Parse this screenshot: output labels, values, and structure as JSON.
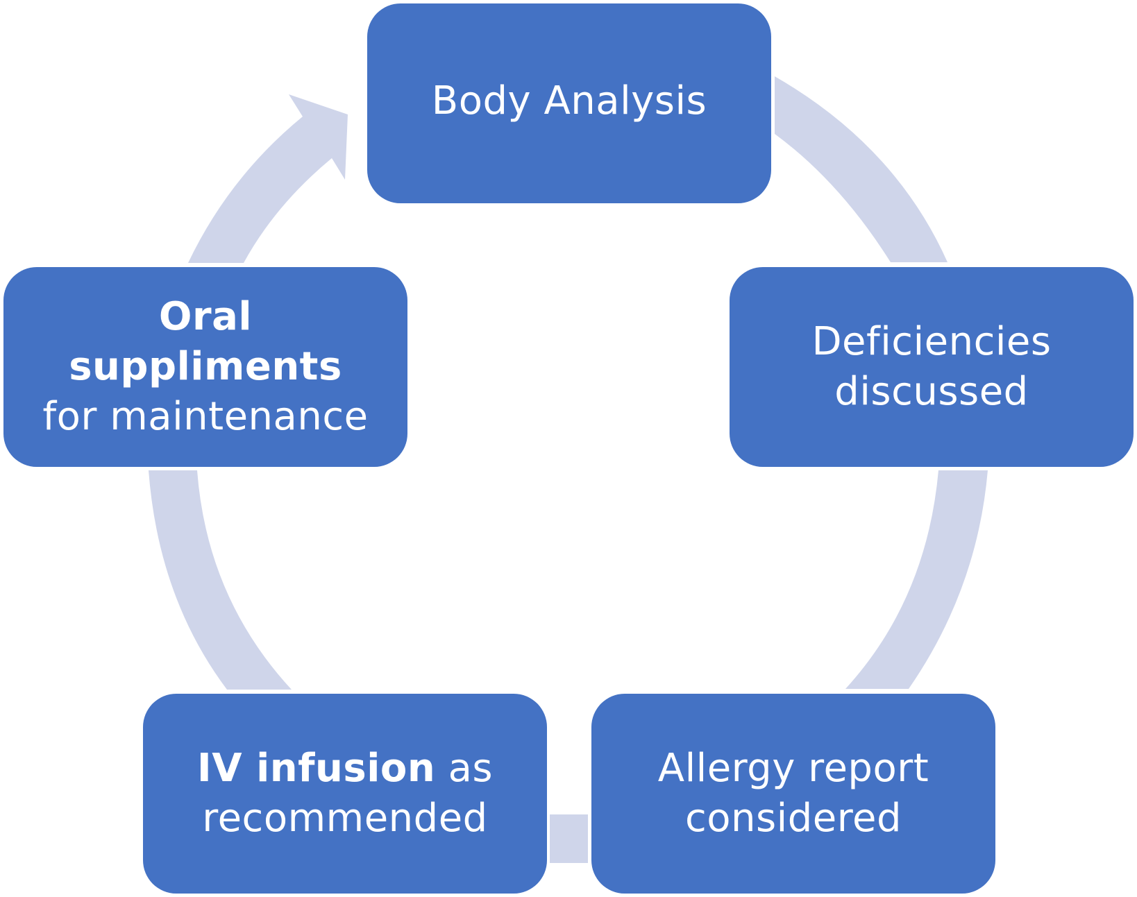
{
  "diagram": {
    "colors": {
      "box_fill": "#4472c4",
      "box_text": "#ffffff",
      "connector": "#cfd5ea",
      "background": "#ffffff"
    },
    "nodes": {
      "body_analysis": {
        "line1": "Body Analysis"
      },
      "deficiencies": {
        "line1": "Deficiencies",
        "line2": "discussed"
      },
      "allergy": {
        "line1": "Allergy report",
        "line2": "considered"
      },
      "iv": {
        "line1_bold": "IV infusion",
        "line1_rest": " as",
        "line2": "recommended"
      },
      "oral": {
        "line1_bold": "Oral suppliments",
        "line2": "for maintenance"
      }
    }
  }
}
